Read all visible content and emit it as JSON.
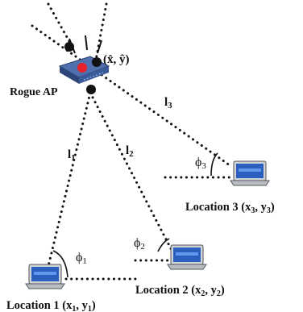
{
  "rogue_ap": {
    "label": "Rogue AP",
    "estimate_label": "(x̂, ŷ)"
  },
  "lines": {
    "l1": "l",
    "l1_sub": "1",
    "l2": "l",
    "l2_sub": "2",
    "l3": "l",
    "l3_sub": "3"
  },
  "angles": {
    "phi1": "ϕ",
    "phi1_sub": "1",
    "phi2": "ϕ",
    "phi2_sub": "2",
    "phi3": "ϕ",
    "phi3_sub": "3"
  },
  "locations": [
    {
      "name": "Location 1",
      "x": "x",
      "x_sub": "1",
      "y": "y",
      "y_sub": "1"
    },
    {
      "name": "Location 2",
      "x": "x",
      "x_sub": "2",
      "y": "y",
      "y_sub": "2"
    },
    {
      "name": "Location 3",
      "x": "x",
      "x_sub": "3",
      "y": "y",
      "y_sub": "3"
    }
  ],
  "colors": {
    "estimate_dot": "#e8222b",
    "router_body": "#3b5a9a",
    "marker": "#111111"
  }
}
